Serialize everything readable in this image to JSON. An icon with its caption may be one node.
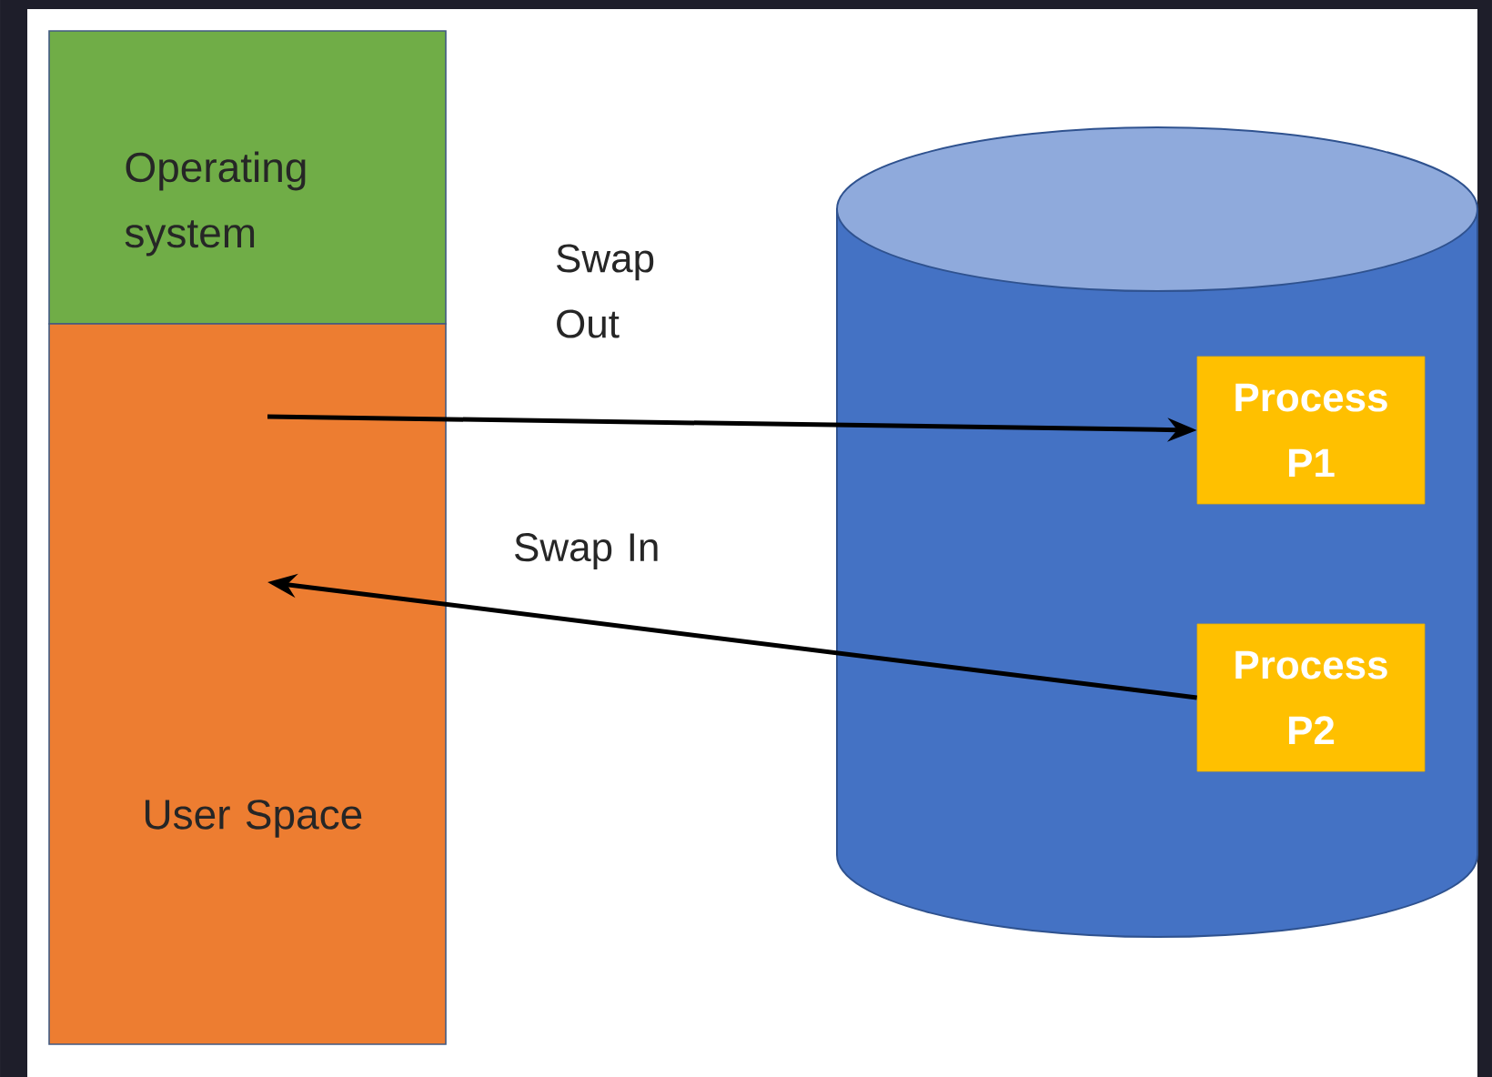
{
  "diagram": {
    "nodes": [
      {
        "text": [
          "Operating system"
        ]
      },
      {
        "text": [
          "User Space"
        ]
      },
      {
        "text": [],
        "shape": "cylinder"
      },
      {
        "text": [
          "Process P1"
        ],
        "in": 2
      },
      {
        "text": [
          "Process P2"
        ],
        "in": 2
      }
    ],
    "edges": [
      {
        "from": 1,
        "to": 3,
        "arrow": "to",
        "label": "Swap Out"
      },
      {
        "from": 4,
        "to": 1,
        "arrow": "to",
        "label": "Swap In"
      }
    ]
  }
}
